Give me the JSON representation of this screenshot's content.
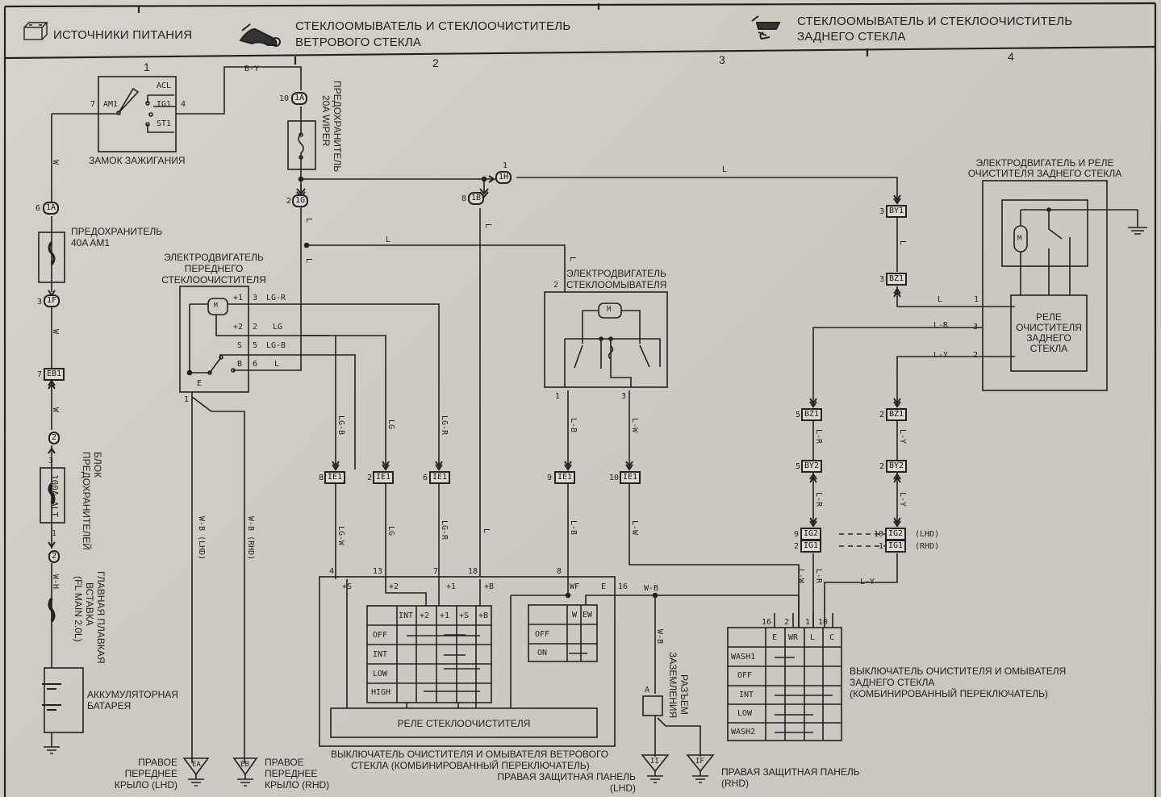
{
  "header": {
    "sections": [
      {
        "icon": "battery-icon",
        "title_line1": "ИСТОЧНИКИ ПИТАНИЯ",
        "title_line2": ""
      },
      {
        "icon": "front-wiper-icon",
        "title_line1": "СТЕКЛООМЫВАТЕЛЬ И СТЕКЛООЧИСТИТЕЛЬ",
        "title_line2": "ВЕТРОВОГО СТЕКЛА"
      },
      {
        "icon": "rear-wiper-icon",
        "title_line1": "СТЕКЛООМЫВАТЕЛЬ И СТЕКЛООЧИСТИТЕЛЬ",
        "title_line2": "ЗАДНЕГО СТЕКЛА"
      }
    ],
    "columns": [
      "1",
      "2",
      "3",
      "4"
    ]
  },
  "components": {
    "ignition_switch": {
      "label": "ЗАМОК ЗАЖИГАНИЯ",
      "terminals": [
        "ACL",
        "IG1",
        "ST1",
        "AM1"
      ],
      "pin_am1": "7",
      "pin_ig1": "4"
    },
    "fuse_wiper": {
      "label_line1": "ПРЕДОХРАНИТЕЛЬ",
      "label_line2": "20A WIPER"
    },
    "fuse_am1": {
      "label_line1": "ПРЕДОХРАНИТЕЛЬ",
      "label_line2": "40A AM1"
    },
    "fuse_block": {
      "label_line1": "БЛОК",
      "label_line2": "ПРЕДОХРАНИТЕЛЕЙ",
      "value": "100A ALT",
      "pin_top": "3",
      "pin_bottom": "1"
    },
    "fusible_link": {
      "label_line1": "ГЛАВНАЯ ПЛАВКАЯ",
      "label_line2": "ВСТАВКА",
      "label_line3": "(FL MAIN 2.0L)"
    },
    "battery": {
      "label_line1": "АККУМУЛЯТОРНАЯ",
      "label_line2": "БАТАРЕЯ"
    },
    "front_wiper_motor": {
      "label_line1": "ЭЛЕКТРОДВИГАТЕЛЬ",
      "label_line2": "ПЕРЕДНЕГО",
      "label_line3": "СТЕКЛООЧИСТИТЕЛЯ",
      "motor": "M",
      "terminals": [
        {
          "name": "+1",
          "pin": "3",
          "wire": "LG-R"
        },
        {
          "name": "+2",
          "pin": "2",
          "wire": "LG"
        },
        {
          "name": "S",
          "pin": "5",
          "wire": "LG-B"
        },
        {
          "name": "B",
          "pin": "6",
          "wire": "L"
        }
      ],
      "ground_terminal": "E",
      "ground_pin": "1"
    },
    "washer_motor": {
      "label_line1": "ЭЛЕКТРОДВИГАТЕЛЬ",
      "label_line2": "СТЕКЛООМЫВАТЕЛЯ",
      "motor": "M",
      "pin_top": "2",
      "pin_left": "1",
      "pin_right": "3"
    },
    "rear_motor_relay": {
      "label_line1": "ЭЛЕКТРОДВИГАТЕЛЬ И РЕЛЕ",
      "label_line2": "ОЧИСТИТЕЛЯ ЗАДНЕГО СТЕКЛА",
      "motor": "M",
      "relay_line1": "РЕЛЕ",
      "relay_line2": "ОЧИСТИТЕЛЯ",
      "relay_line3": "ЗАДНЕГО",
      "relay_line4": "СТЕКЛА",
      "inputs": [
        {
          "wire": "L",
          "pin": "1"
        },
        {
          "wire": "L-R",
          "pin": "3"
        },
        {
          "wire": "L-Y",
          "pin": "2"
        }
      ]
    },
    "front_switch": {
      "label_line1": "ВЫКЛЮЧАТЕЛЬ ОЧИСТИТЕЛЯ И ОМЫВАТЕЛЯ  ВЕТРОВОГО",
      "label_line2": "СТЕКЛА (КОМБИНИРОВАННЫЙ ПЕРЕКЛЮЧАТЕЛЬ)",
      "relay_label": "РЕЛЕ СТЕКЛООЧИСТИТЕЛЯ",
      "pins": [
        {
          "pin": "4",
          "term": "+S"
        },
        {
          "pin": "13",
          "term": "+2"
        },
        {
          "pin": "7",
          "term": "+1"
        },
        {
          "pin": "18",
          "term": "+B"
        },
        {
          "pin": "8",
          "term": "WF"
        },
        {
          "pin": "16",
          "term": "E"
        }
      ],
      "wiper_table": {
        "headers": [
          "",
          "INT",
          "+2",
          "+1",
          "+S",
          "+B"
        ],
        "rows": [
          "OFF",
          "INT",
          "LOW",
          "HIGH"
        ]
      },
      "washer_table": {
        "headers": [
          "",
          "W",
          "EW"
        ],
        "rows": [
          "OFF",
          "ON"
        ]
      }
    },
    "ground_connector": {
      "label_line1": "РАЗЪЕМ",
      "label_line2": "ЗАЗЕМЛЕНИЯ",
      "pin": "A",
      "wire": "W-B"
    },
    "rear_switch": {
      "label_line1": "ВЫКЛЮЧАТЕЛЬ ОЧИСТИТЕЛЯ И ОМЫВАТЕЛЯ",
      "label_line2": "ЗАДНЕГО СТЕКЛА",
      "label_line3": "(КОМБИНИРОВАННЫЙ ПЕРЕКЛЮЧАТЕЛЬ)",
      "pins": [
        "16",
        "2",
        "1",
        "10"
      ],
      "headers": [
        "",
        "E",
        "WR",
        "L",
        "C"
      ],
      "rows": [
        "WASH1",
        "OFF",
        "INT",
        "LOW",
        "WASH2"
      ]
    }
  },
  "connectors": {
    "c1a_top": {
      "pin": "10",
      "id": "1A"
    },
    "c1g": {
      "pin": "2",
      "id": "1G"
    },
    "c1b": {
      "pin": "8",
      "id": "1B"
    },
    "c1h": {
      "pin": "1",
      "id": "1H"
    },
    "c1a_left": {
      "pin": "6",
      "id": "1A"
    },
    "c1f": {
      "pin": "3",
      "id": "1F"
    },
    "eb1": {
      "pin": "7",
      "id": "EB1"
    },
    "c2_top": {
      "id": "2"
    },
    "c2_bot": {
      "id": "2"
    },
    "ie1_a": {
      "pin": "8",
      "id": "IE1"
    },
    "ie1_b": {
      "pin": "2",
      "id": "IE1"
    },
    "ie1_c": {
      "pin": "6",
      "id": "IE1"
    },
    "ie1_d": {
      "pin": "9",
      "id": "IE1"
    },
    "ie1_e": {
      "pin": "10",
      "id": "IE1"
    },
    "by1": {
      "pin": "3",
      "id": "BY1"
    },
    "bz1_top": {
      "pin": "3",
      "id": "BZ1"
    },
    "bz1_l": {
      "pin": "5",
      "id": "BZ1"
    },
    "bz1_r": {
      "pin": "2",
      "id": "BZ1"
    },
    "by2_l": {
      "pin": "5",
      "id": "BY2"
    },
    "by2_r": {
      "pin": "2",
      "id": "BY2"
    },
    "ig2_l": {
      "pin": "9",
      "id": "IG2"
    },
    "ig1_l": {
      "pin": "2",
      "id": "IG1"
    },
    "ig2_r": {
      "pin": "10",
      "id": "IG2",
      "note": "(LHD)"
    },
    "ig1_r": {
      "pin": "1",
      "id": "IG1",
      "note": "(RHD)"
    }
  },
  "wires": {
    "b_y": "B-Y",
    "w": "W",
    "l": "L",
    "lg_b": "LG-B",
    "lg": "LG",
    "lg_r": "LG-R",
    "lg_w": "LG-W",
    "l_b": "L-B",
    "l_w": "L-W",
    "l_r": "L-R",
    "l_y": "L-Y",
    "w_b": "W-B",
    "w_h": "W-H",
    "wb_lhd": "W-B (LHD)",
    "wb_rhd": "W-B (RHD)"
  },
  "grounds": [
    {
      "id": "EA",
      "label_line1": "ПРАВОЕ",
      "label_line2": "ПЕРЕДНЕЕ",
      "label_line3": "КРЫЛО (LHD)"
    },
    {
      "id": "EB",
      "label_line1": "ПРАВОЕ",
      "label_line2": "ПЕРЕДНЕЕ",
      "label_line3": "КРЫЛО (RHD)"
    },
    {
      "id": "II",
      "label_line1": "ПРАВАЯ ЗАЩИТНАЯ ПАНЕЛЬ",
      "label_line2": "(LHD)"
    },
    {
      "id": "IF",
      "label_line1": "ПРАВАЯ ЗАЩИТНАЯ ПАНЕЛЬ",
      "label_line2": "(RHD)"
    }
  ]
}
